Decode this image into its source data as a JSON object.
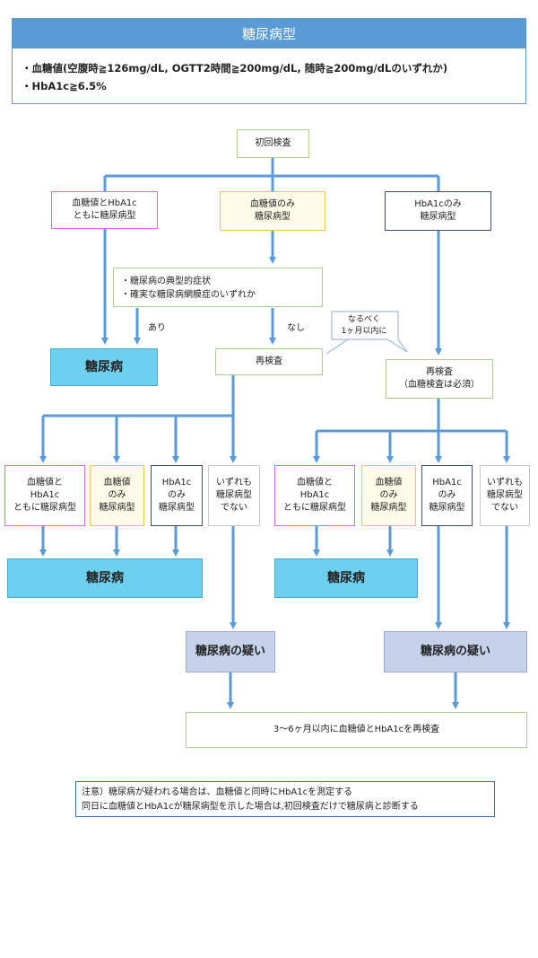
{
  "header": {
    "title": "糖尿病型",
    "criteria": [
      "・血糖値(空腹時≧126mg/dL, OGTT2時間≧200mg/dL, 随時≧200mg/dLのいずれか)",
      "・HbA1c≧6.5%"
    ]
  },
  "flow": {
    "initial": "初回検査",
    "branch_both": [
      "血糖値とHbA1c",
      "ともに糖尿病型"
    ],
    "branch_glucose": [
      "血糖値のみ",
      "糖尿病型"
    ],
    "branch_hba1c": [
      "HbA1cのみ",
      "糖尿病型"
    ],
    "condition": [
      "・糖尿病の典型的症状",
      "・確実な糖尿病網膜症のいずれか"
    ],
    "label_yes": "あり",
    "label_no": "なし",
    "callout": [
      "なるべく",
      "1ヶ月以内に"
    ],
    "retest_left": "再検査",
    "retest_right": [
      "再検査",
      "（血糖検査は必須）"
    ],
    "diabetes": "糖尿病",
    "left_results": {
      "both": [
        "血糖値と",
        "HbA1c",
        "ともに糖尿病型"
      ],
      "glucose": [
        "血糖値",
        "のみ",
        "糖尿病型"
      ],
      "hba1c": [
        "HbA1c",
        "のみ",
        "糖尿病型"
      ],
      "none": [
        "いずれも",
        "糖尿病型",
        "でない"
      ]
    },
    "right_results": {
      "both": [
        "血糖値と",
        "HbA1c",
        "ともに糖尿病型"
      ],
      "glucose": [
        "血糖値",
        "のみ",
        "糖尿病型"
      ],
      "hba1c": [
        "HbA1c",
        "のみ",
        "糖尿病型"
      ],
      "none": [
        "いずれも",
        "糖尿病型",
        "でない"
      ]
    },
    "suspected": "糖尿病の疑い",
    "final": "3〜6ヶ月以内に血糖値とHbA1cを再検査"
  },
  "note": [
    "注意）糖尿病が疑われる場合は、血糖値と同時にHbA1cを測定する",
    "同日に血糖値とHbA1cが糖尿病型を示した場合は,初回検査だけで糖尿病と診断する"
  ],
  "colors": {
    "arrow": "#5b9bd5",
    "header": "#5b9bd5",
    "diabetes_box": "#6cd0ee",
    "suspected_box": "#c6d1ea"
  }
}
